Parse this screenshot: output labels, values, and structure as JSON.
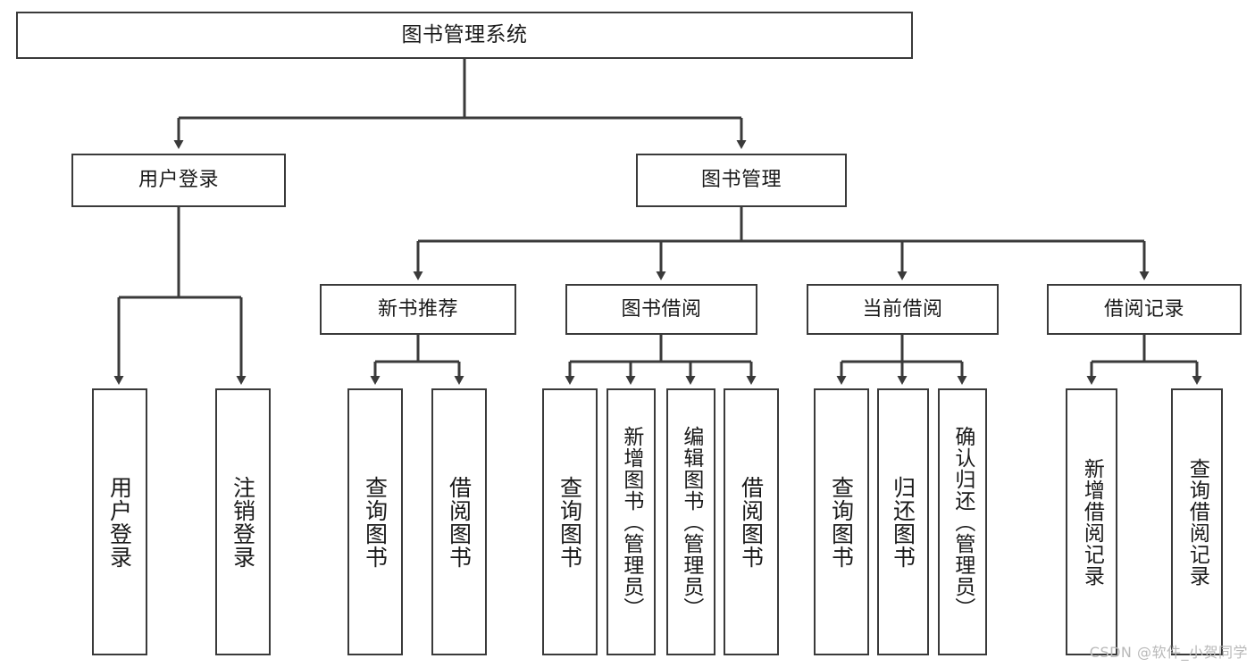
{
  "diagram": {
    "title": "图书管理系统",
    "watermark": "CSDN @软件_小贺同学",
    "colors": {
      "box_border": "#3a3a3a",
      "box_fill": "#ffffff",
      "edge": "#3a3a3a",
      "text": "#1a1a1a",
      "background": "#ffffff",
      "watermark": "#b9b9b9"
    },
    "levels": {
      "root": {
        "label": "图书管理系统"
      },
      "level2": [
        {
          "label": "用户登录"
        },
        {
          "label": "图书管理"
        }
      ],
      "level3": [
        {
          "label": "新书推荐"
        },
        {
          "label": "图书借阅"
        },
        {
          "label": "当前借阅"
        },
        {
          "label": "借阅记录"
        }
      ],
      "leaves": {
        "user_login": [
          {
            "label": "用户登录"
          },
          {
            "label": "注销登录"
          }
        ],
        "new_book_recommend": [
          {
            "label": "查询图书"
          },
          {
            "label": "借阅图书"
          }
        ],
        "book_borrow": [
          {
            "label": "查询图书"
          },
          {
            "label": "新增图书（管理员）"
          },
          {
            "label": "编辑图书（管理员）"
          },
          {
            "label": "借阅图书"
          }
        ],
        "current_borrow": [
          {
            "label": "查询图书"
          },
          {
            "label": "归还图书"
          },
          {
            "label": "确认归还（管理员）"
          }
        ],
        "borrow_record": [
          {
            "label": "新增借阅记录"
          },
          {
            "label": "查询借阅记录"
          }
        ]
      }
    }
  }
}
